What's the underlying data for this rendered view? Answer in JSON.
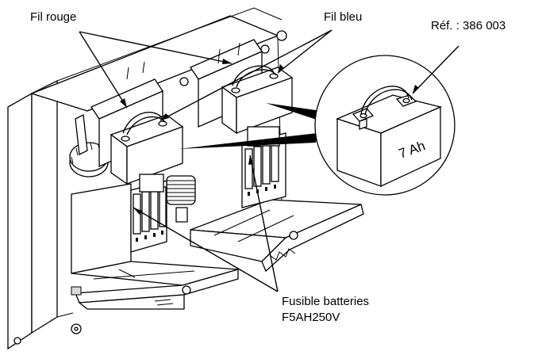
{
  "labels": {
    "red_wire": "Fil rouge",
    "blue_wire": "Fil bleu",
    "reference": "Réf. : 386 003",
    "battery_capacity": "7 Ah",
    "fuse_line1": "Fusible batteries",
    "fuse_line2": "F5AH250V"
  }
}
